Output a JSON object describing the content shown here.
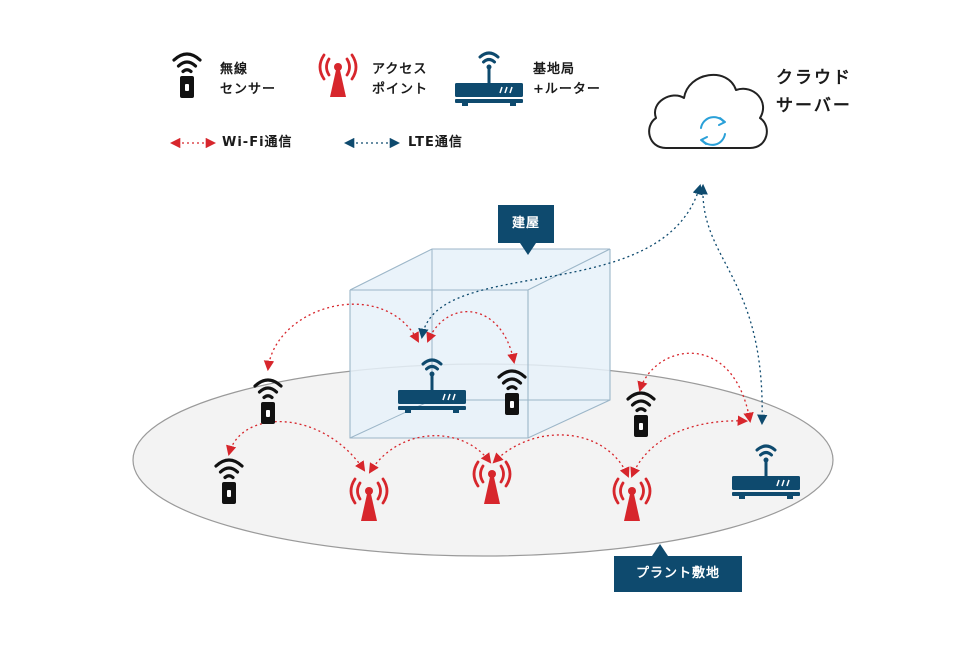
{
  "legend": {
    "sensor": {
      "line1": "無線",
      "line2": "センサー"
    },
    "access_point": {
      "line1": "アクセス",
      "line2": "ポイント"
    },
    "base_station": {
      "line1": "基地局",
      "line2": "+ルーター"
    },
    "wifi_link": "Wi-Fi通信",
    "lte_link": "LTE通信"
  },
  "cloud": {
    "line1": "クラウド",
    "line2": "サーバー"
  },
  "building_label": "建屋",
  "site_label": "プラント敷地",
  "colors": {
    "wifi": "#d7262c",
    "lte": "#0e4a6e",
    "sensor": "#111111",
    "access_point": "#d7262c",
    "router": "#0e4a6e",
    "building_fill": "#e6f1f9",
    "building_edge": "#9cb6c8",
    "site_fill": "#f3f3f3",
    "site_edge": "#9a9a9a",
    "cloud_icon": "#2aa0d8"
  },
  "icons": {
    "sensor": "wireless-sensor-icon",
    "access_point": "access-point-icon",
    "router": "base-station-router-icon",
    "cloud": "cloud-server-icon",
    "sync": "sync-icon"
  }
}
